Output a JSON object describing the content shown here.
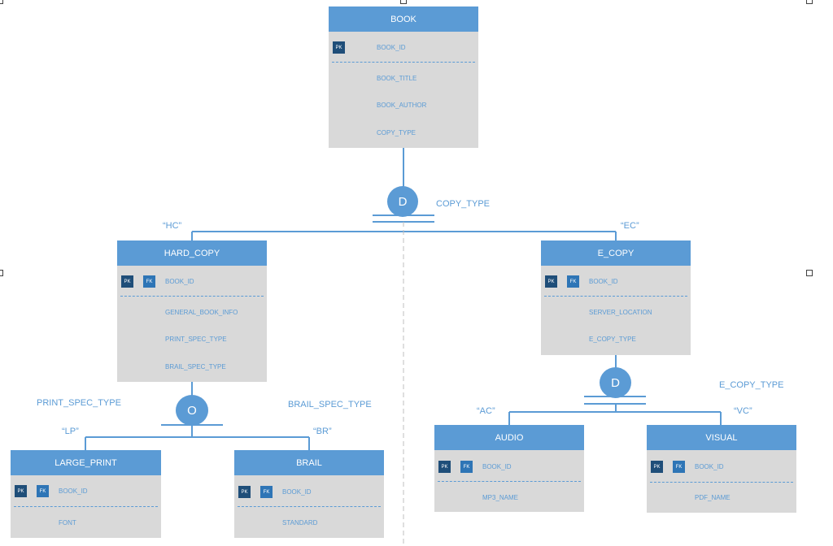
{
  "entities": {
    "book": {
      "name": "BOOK",
      "pk": "PK",
      "attrs": [
        "BOOK_ID",
        "BOOK_TITLE",
        "BOOK_AUTHOR",
        "COPY_TYPE"
      ]
    },
    "hard_copy": {
      "name": "HARD_COPY",
      "pk": "PK",
      "fk": "FK",
      "attrs": [
        "BOOK_ID",
        "GENERAL_BOOK_INFO",
        "PRINT_SPEC_TYPE",
        "BRAIL_SPEC_TYPE"
      ]
    },
    "e_copy": {
      "name": "E_COPY",
      "pk": "PK",
      "fk": "FK",
      "attrs": [
        "BOOK_ID",
        "SERVER_LOCATION",
        "E_COPY_TYPE"
      ]
    },
    "large_print": {
      "name": "LARGE_PRINT",
      "pk": "PK",
      "fk": "FK",
      "attrs": [
        "BOOK_ID",
        "FONT"
      ]
    },
    "brail": {
      "name": "BRAIL",
      "pk": "PK",
      "fk": "FK",
      "attrs": [
        "BOOK_ID",
        "STANDARD"
      ]
    },
    "audio": {
      "name": "AUDIO",
      "pk": "PK",
      "fk": "FK",
      "attrs": [
        "BOOK_ID",
        "MP3_NAME"
      ]
    },
    "visual": {
      "name": "VISUAL",
      "pk": "PK",
      "fk": "FK",
      "attrs": [
        "BOOK_ID",
        "PDF_NAME"
      ]
    }
  },
  "discriminators": {
    "copy_type": {
      "symbol": "D",
      "label": "COPY_TYPE",
      "hc": "“HC”",
      "ec": "“EC”"
    },
    "hard_copy_spec": {
      "symbol": "O",
      "print_label": "PRINT_SPEC_TYPE",
      "brail_label": "BRAIL_SPEC_TYPE",
      "lp": "“LP”",
      "br": "“BR”"
    },
    "e_copy_type": {
      "symbol": "D",
      "label": "E_COPY_TYPE",
      "ac": "“AC”",
      "vc": "“VC”"
    }
  },
  "colors": {
    "accent": "#5b9bd5",
    "entity_body": "#d9d9d9",
    "pk_tag": "#1f4e79",
    "fk_tag": "#2e75b6"
  }
}
